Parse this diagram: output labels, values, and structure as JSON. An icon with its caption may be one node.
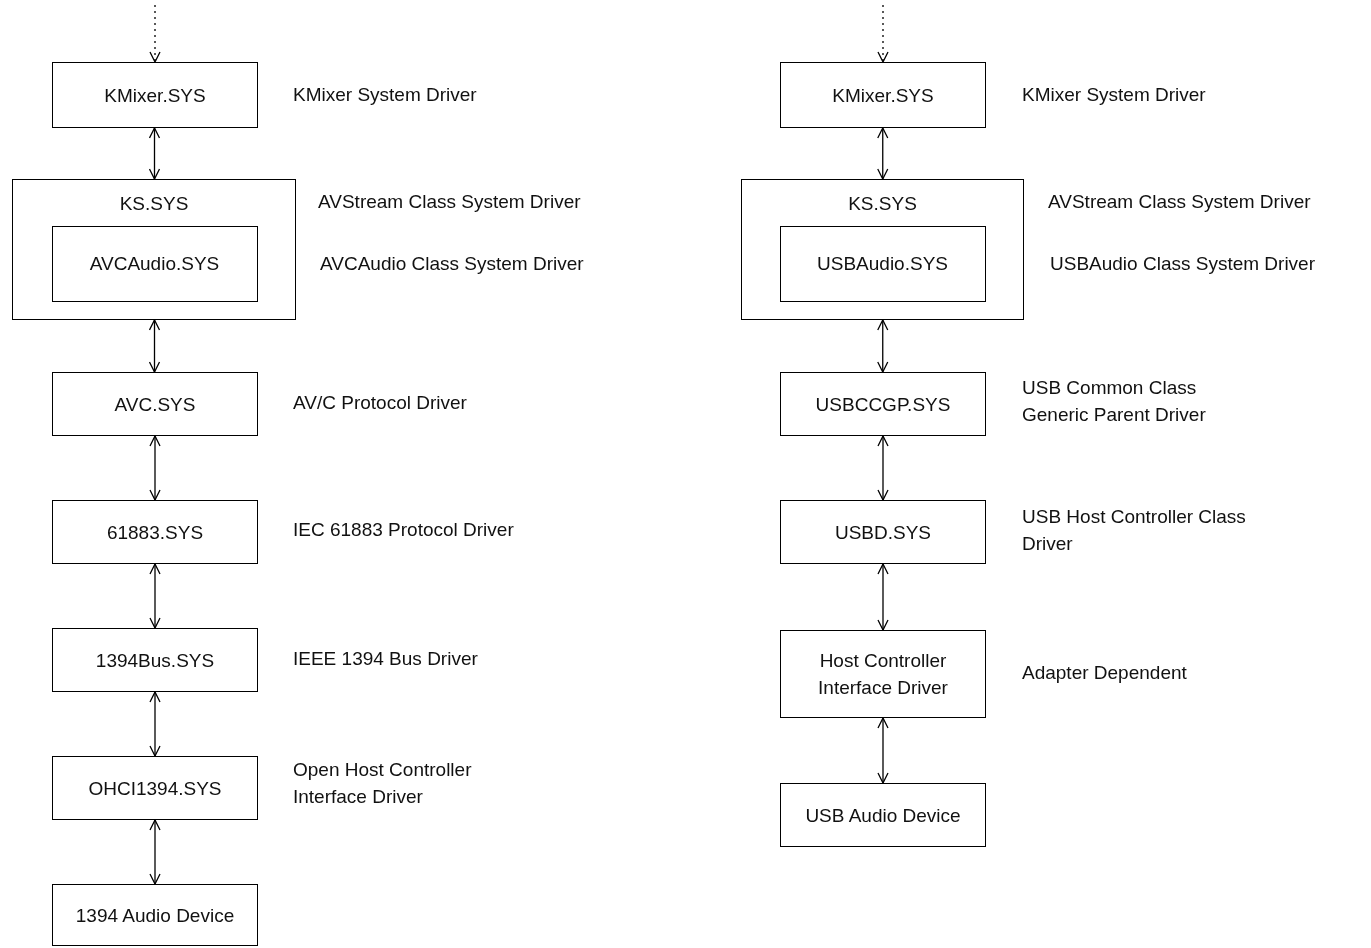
{
  "diagram": {
    "nodes": [
      {
        "text": [
          "KMixer.SYS"
        ],
        "beside": [
          "KMixer System Driver"
        ]
      },
      {
        "text": [
          "KS.SYS"
        ],
        "beside": [
          "AVStream Class System Driver"
        ]
      },
      {
        "text": [
          "AVCAudio.SYS"
        ],
        "in": 1,
        "beside": [
          "AVCAudio Class System Driver"
        ]
      },
      {
        "text": [
          "AVC.SYS"
        ],
        "beside": [
          "AV/C Protocol Driver"
        ]
      },
      {
        "text": [
          "61883.SYS"
        ],
        "beside": [
          "IEC 61883 Protocol Driver"
        ]
      },
      {
        "text": [
          "1394Bus.SYS"
        ],
        "beside": [
          "IEEE 1394 Bus Driver"
        ]
      },
      {
        "text": [
          "OHCI1394.SYS"
        ],
        "beside": [
          "Open Host Controller Interface Driver"
        ]
      },
      {
        "text": [
          "1394 Audio Device"
        ]
      },
      {
        "text": [
          "KMixer.SYS"
        ],
        "beside": [
          "KMixer System Driver"
        ]
      },
      {
        "text": [
          "KS.SYS"
        ],
        "beside": [
          "AVStream Class System Driver"
        ]
      },
      {
        "text": [
          "USBAudio.SYS"
        ],
        "in": 9,
        "beside": [
          "USBAudio Class System Driver"
        ]
      },
      {
        "text": [
          "USBCCGP.SYS"
        ],
        "beside": [
          "USB Common Class Generic Parent Driver"
        ]
      },
      {
        "text": [
          "USBD.SYS"
        ],
        "beside": [
          "USB Host Controller Class Driver"
        ]
      },
      {
        "text": [
          "Host Controller Interface Driver"
        ],
        "beside": [
          "Adapter Dependent"
        ]
      },
      {
        "text": [
          "USB Audio Device"
        ]
      }
    ],
    "edges": [
      {
        "from": null,
        "to": 0,
        "arrow": "to",
        "style": "dashed"
      },
      {
        "from": 0,
        "to": 1,
        "arrow": "both"
      },
      {
        "from": 1,
        "to": 3,
        "arrow": "both"
      },
      {
        "from": 3,
        "to": 4,
        "arrow": "both"
      },
      {
        "from": 4,
        "to": 5,
        "arrow": "both"
      },
      {
        "from": 5,
        "to": 6,
        "arrow": "both"
      },
      {
        "from": 6,
        "to": 7,
        "arrow": "both"
      },
      {
        "from": null,
        "to": 8,
        "arrow": "to",
        "style": "dashed"
      },
      {
        "from": 8,
        "to": 9,
        "arrow": "both"
      },
      {
        "from": 9,
        "to": 11,
        "arrow": "both"
      },
      {
        "from": 11,
        "to": 12,
        "arrow": "both"
      },
      {
        "from": 12,
        "to": 13,
        "arrow": "both"
      },
      {
        "from": 13,
        "to": 14,
        "arrow": "both"
      }
    ]
  }
}
